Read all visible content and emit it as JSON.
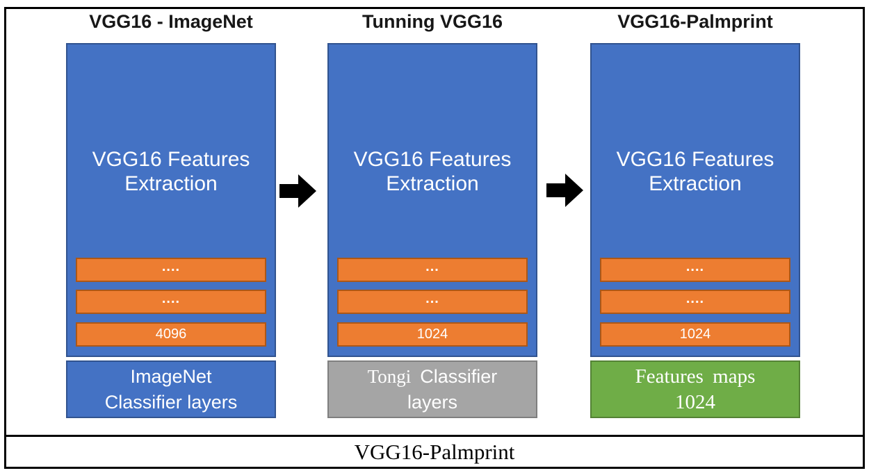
{
  "figure": {
    "caption": "VGG16-Palmprint"
  },
  "icons": {
    "flow_arrow": "black-right-arrow"
  },
  "colors": {
    "blue": "#4472C4",
    "blue_border": "#31538F",
    "orange": "#ED7D31",
    "orange_border": "#AC5717",
    "gray": "#A5A5A5",
    "gray_border": "#7F7F7F",
    "green": "#6FAD47",
    "green_border": "#548235",
    "arrow": "#000000"
  },
  "columns": [
    {
      "title": "VGG16 - ImageNet",
      "main_box": {
        "line1": "VGG16 Features",
        "line2": "Extraction"
      },
      "bars": [
        "....",
        "....",
        "4096"
      ],
      "bottom_box": {
        "line1": "ImageNet",
        "line2": "Classifier layers"
      }
    },
    {
      "title": "Tunning VGG16",
      "main_box": {
        "line1": "VGG16 Features",
        "line2": "Extraction"
      },
      "bars": [
        "...",
        "...",
        "1024"
      ],
      "bottom_box": {
        "line1_serif": "Tongi",
        "line1_rest": "Classifier",
        "line2": "layers"
      }
    },
    {
      "title": "VGG16-Palmprint",
      "main_box": {
        "line1": "VGG16 Features",
        "line2": "Extraction"
      },
      "bars": [
        "....",
        "....",
        "1024"
      ],
      "bottom_box": {
        "line1": "Features maps",
        "line2": "1024"
      }
    }
  ]
}
